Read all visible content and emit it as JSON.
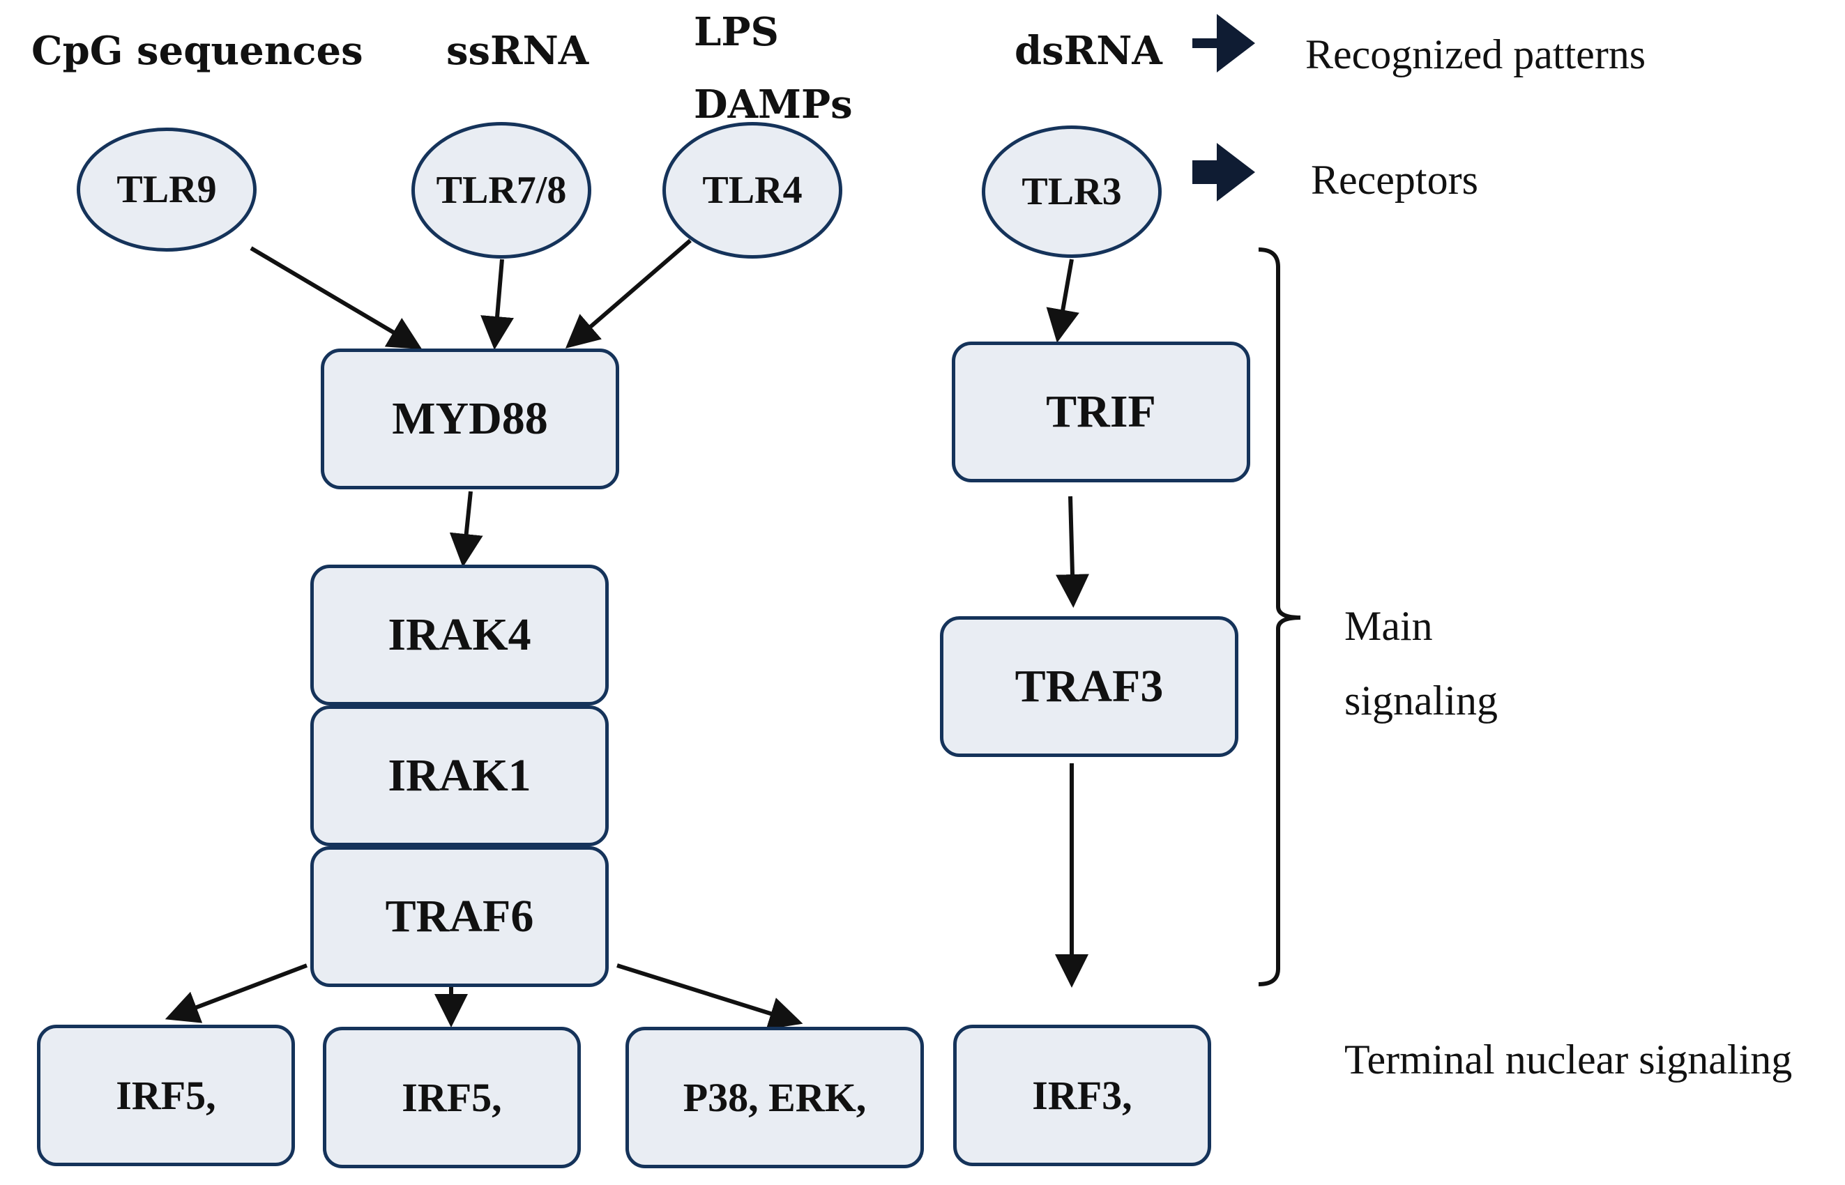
{
  "patterns": {
    "cpg": "CpG sequences",
    "ssrna": "ssRNA",
    "lps": "LPS",
    "damps": "DAMPs",
    "dsrna": "dsRNA"
  },
  "receptors": {
    "tlr9": "TLR9",
    "tlr78": "TLR7/8",
    "tlr4": "TLR4",
    "tlr3": "TLR3"
  },
  "adaptors": {
    "myd88": "MYD88",
    "irak4": "IRAK4",
    "irak1": "IRAK1",
    "traf6": "TRAF6",
    "trif": "TRIF",
    "traf3": "TRAF3"
  },
  "terminals": {
    "irf5_a": "IRF5,",
    "irf5_b": "IRF5,",
    "p38_erk": "P38, ERK,",
    "irf3": "IRF3,"
  },
  "legend": {
    "recognized_patterns": "Recognized patterns",
    "receptors": "Receptors",
    "main_line1": "Main",
    "main_line2": "signaling",
    "terminal": "Terminal nuclear signaling"
  },
  "colors": {
    "node_fill": "#e9edf3",
    "node_border": "#15335a",
    "legend_arrow": "#0f1c33",
    "arrow": "#111111"
  }
}
